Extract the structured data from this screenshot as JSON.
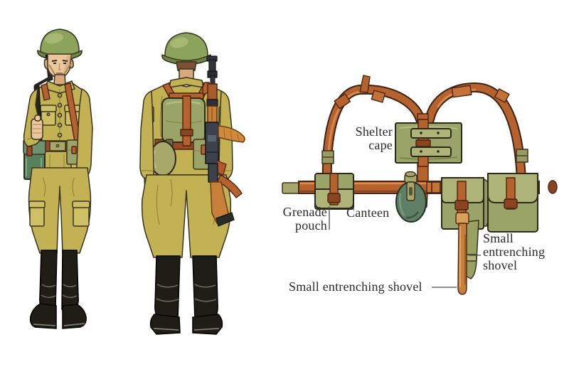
{
  "equipment_diagram": {
    "labels": {
      "shelter_cape": "Shelter\ncape",
      "grenade_pouch": "Grenade\npouch",
      "canteen": "Canteen",
      "shovel_carrier": "Small\nentrenching\nshovel",
      "shovel": "Small entrenching shovel"
    }
  },
  "colors": {
    "label_text": "#2b2b2b",
    "uniform_khaki": "#c2b254",
    "uniform_light": "#cfc066",
    "helmet_green": "#8ca35b",
    "helmet_dark": "#6b8544",
    "skin": "#eac79c",
    "skin_shadow": "#d8a97c",
    "leather_brown": "#b5622f",
    "leather_dark": "#8a4520",
    "belt_brown": "#9c4a26",
    "pouch_green": "#9aa468",
    "pouch_light": "#aeb478",
    "magpouch_green": "#57805c",
    "canteen_green": "#5e7f63",
    "strap_khaki": "#a8a86b",
    "boot_black": "#201d17",
    "wood_orange": "#c87f3a",
    "magazine_orange": "#d08a3c",
    "gun_metal": "#3c414c"
  }
}
